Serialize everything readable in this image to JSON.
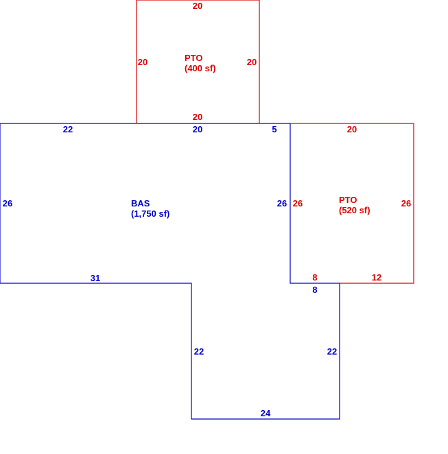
{
  "colors": {
    "bas": "#0000cc",
    "pto": "#dd0000"
  },
  "areas": {
    "bas": {
      "name": "BAS",
      "area": "(1,750 sf)"
    },
    "pto_top": {
      "name": "PTO",
      "area": "(400 sf)"
    },
    "pto_right": {
      "name": "PTO",
      "area": "(520 sf)"
    }
  },
  "dims": {
    "bas_top_left": "22",
    "bas_top_mid": "20",
    "bas_top_right": "5",
    "bas_left": "26",
    "bas_right_upper": "26",
    "bas_bottom_left": "31",
    "bas_step": "8",
    "bas_lower_left": "22",
    "bas_lower_right": "22",
    "bas_bottom": "24",
    "pto_top_top": "20",
    "pto_top_left": "20",
    "pto_top_right": "20",
    "pto_top_bottom": "20",
    "pto_right_top": "20",
    "pto_right_left": "26",
    "pto_right_right": "26",
    "pto_right_bottom_left": "8",
    "pto_right_bottom_right": "12"
  }
}
